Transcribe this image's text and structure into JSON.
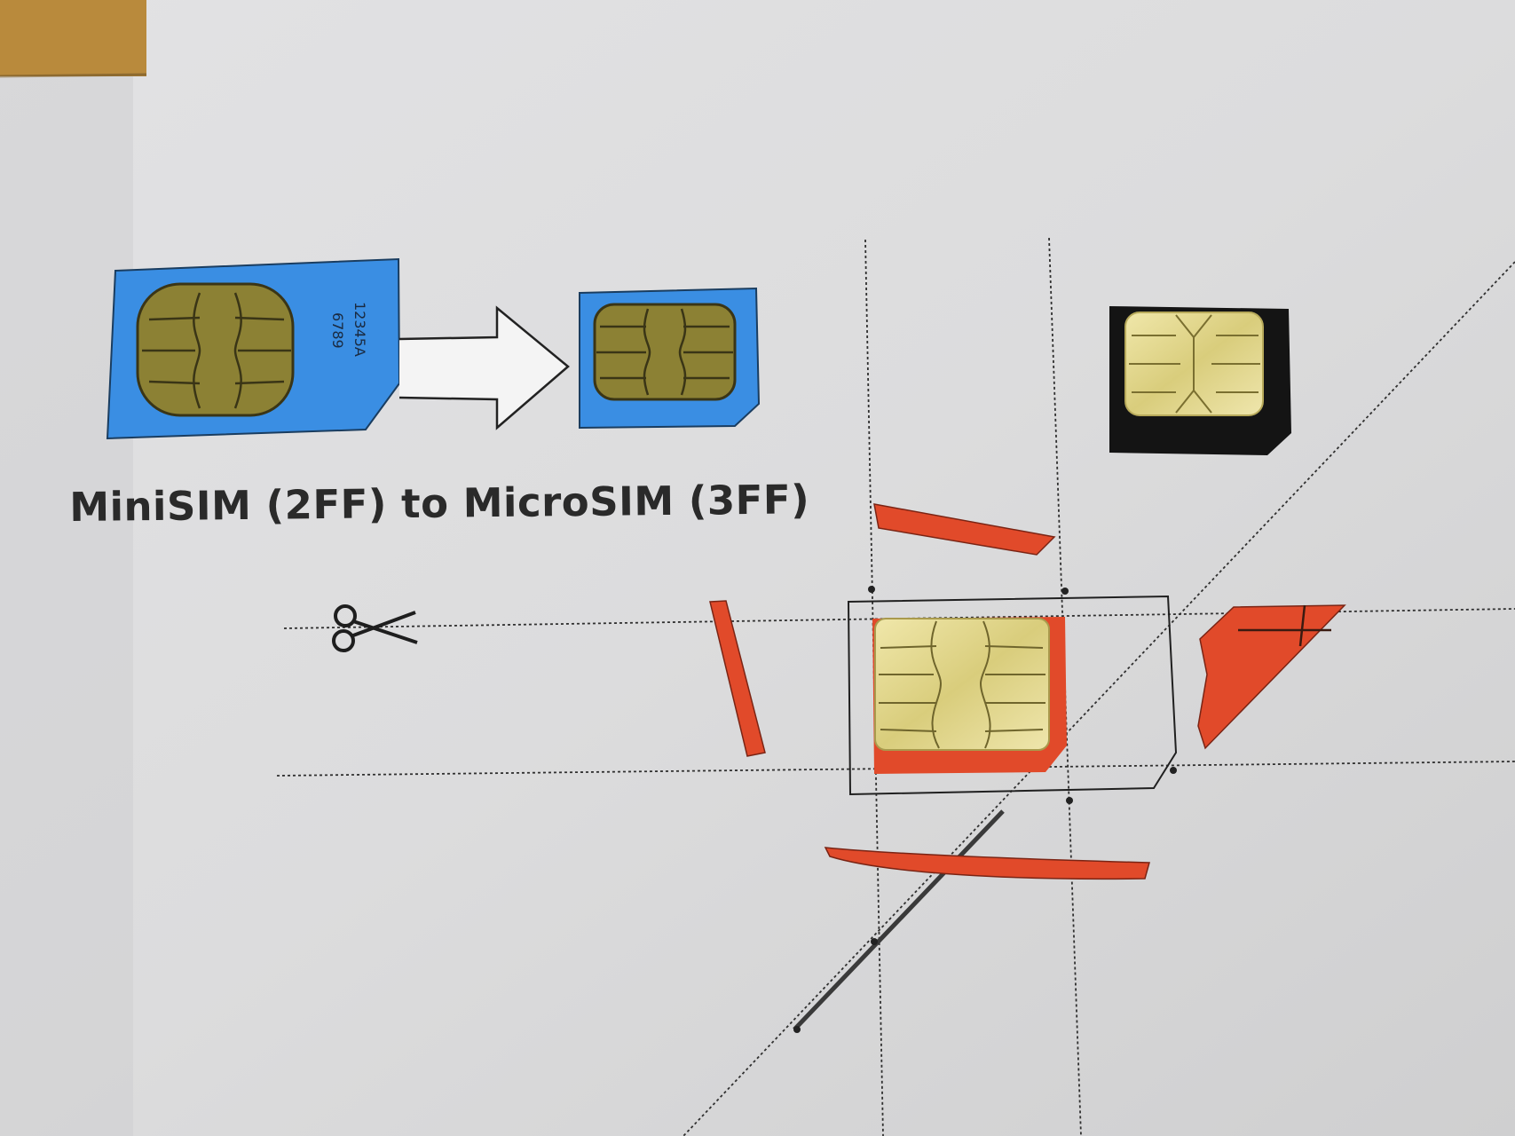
{
  "caption": "MiniSIM (2FF) to MicroSIM (3FF)",
  "sim_number_line1": "12345A",
  "sim_number_line2": "6789",
  "colors": {
    "paper": "#dcdcdd",
    "mini_sim_blue": "#3a8ee3",
    "chip_gold": "#8c8134",
    "cut_sim_orange": "#e14a2a",
    "real_chip_gold": "#e8e0a0",
    "nano_sim_black": "#141414",
    "table_wood": "#b98a3c"
  },
  "icons": [
    "scissors-icon",
    "arrow-right-icon"
  ]
}
